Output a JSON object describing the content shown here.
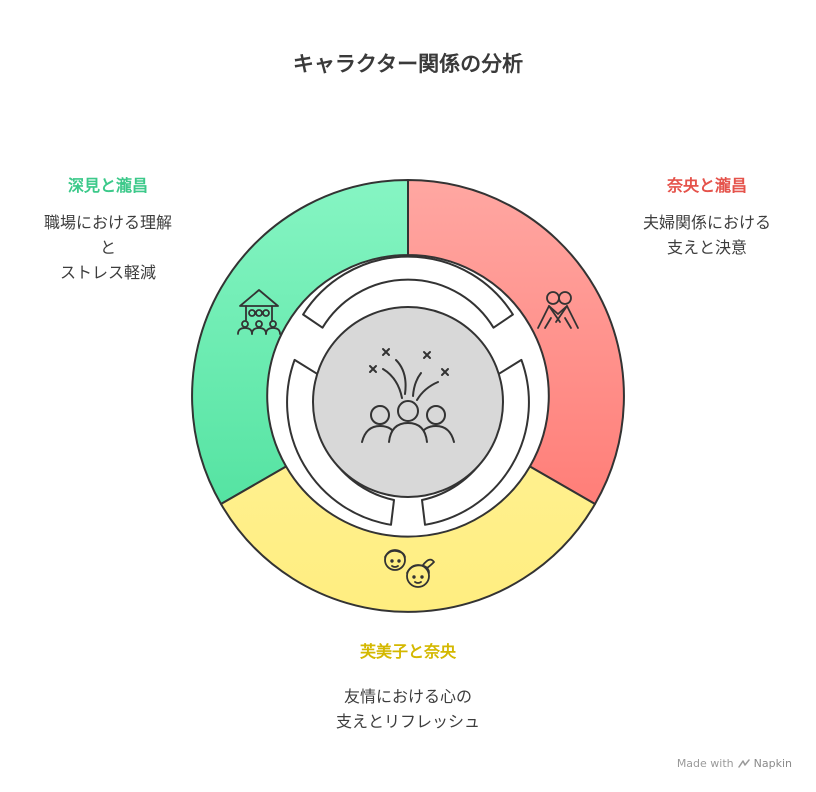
{
  "title": "キャラクター関係の分析",
  "segments": [
    {
      "title": "深見と瀧昌",
      "description": [
        "職場における理解",
        "と",
        "ストレス軽減"
      ],
      "color": "#3cc98a",
      "icon": "workplace-group-icon"
    },
    {
      "title": "奈央と瀧昌",
      "description": [
        "夫婦関係における",
        "支えと決意"
      ],
      "color": "#e5534b",
      "icon": "embracing-couple-icon"
    },
    {
      "title": "芙美子と奈央",
      "description": [
        "友情における心の",
        "支えとリフレッシュ"
      ],
      "color": "#d4b800",
      "icon": "two-friends-icon"
    }
  ],
  "center_icon": "celebrating-group-icon",
  "footer": {
    "made_with": "Made with",
    "brand": "Napkin",
    "icon": "napkin-logo-icon"
  }
}
